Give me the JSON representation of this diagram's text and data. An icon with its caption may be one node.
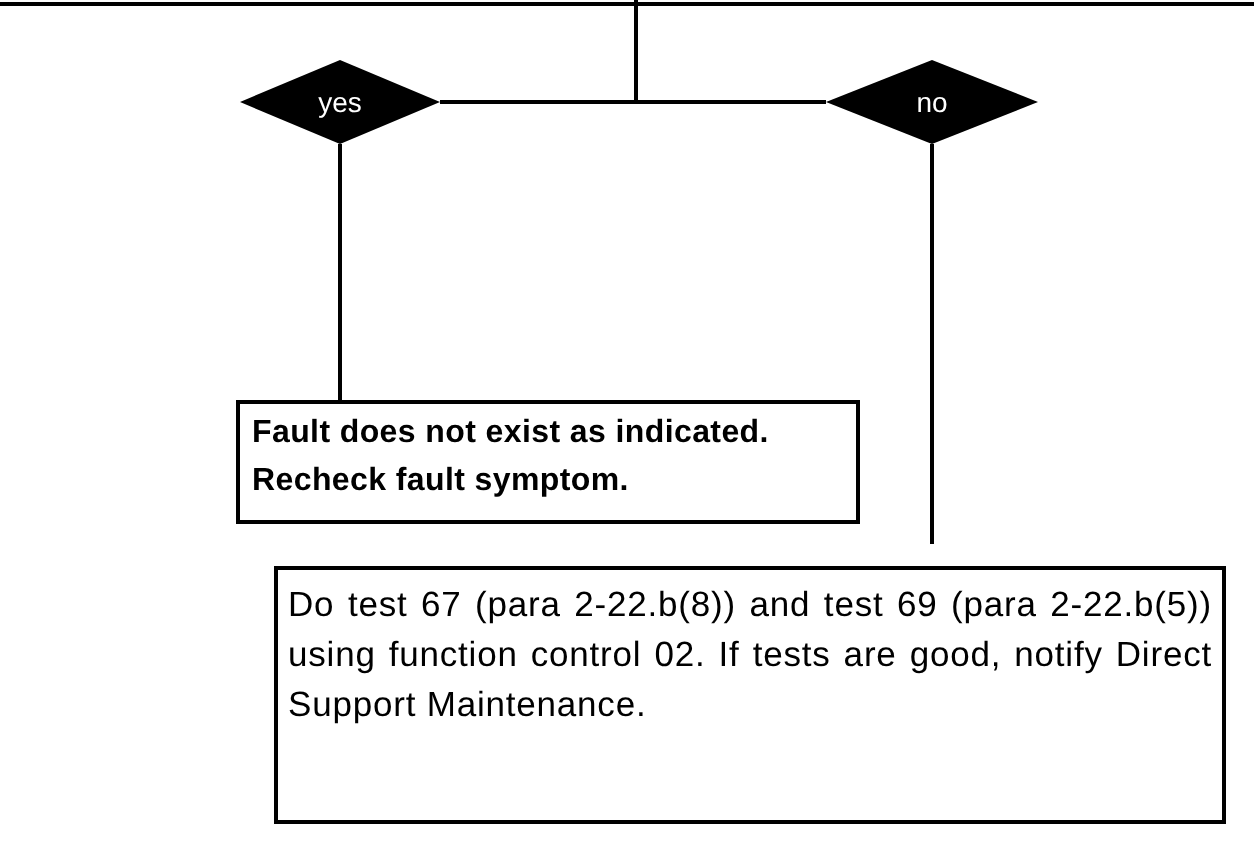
{
  "diagram": {
    "nodes": [
      {
        "text": [
          "yes"
        ]
      },
      {
        "text": [
          "no"
        ]
      },
      {
        "text": [
          "Fault does not exist as indicated. Recheck fault symptom."
        ]
      },
      {
        "text": [
          "Do test 67 (para 2-22.b(8)) and test 69 (para 2-22.b(5)) using function control 02. If tests are good, notify Direct Support Maintenance."
        ]
      }
    ],
    "edges": [
      {
        "from": null,
        "to": 0,
        "arrow": "none"
      },
      {
        "from": null,
        "to": 1,
        "arrow": "none"
      },
      {
        "from": 0,
        "to": 2,
        "arrow": "none"
      },
      {
        "from": 1,
        "to": 3,
        "arrow": "none"
      }
    ]
  }
}
